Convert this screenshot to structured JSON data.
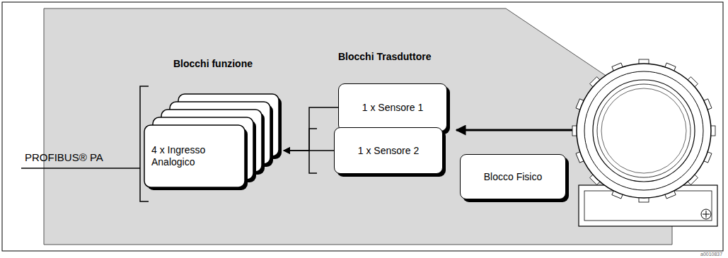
{
  "diagram": {
    "nodes": [
      {
        "text": [
          "4 x Ingresso Analogico"
        ]
      },
      {
        "text": [
          "1 x Sensore 1"
        ]
      },
      {
        "text": [
          "1 x Sensore 2"
        ]
      },
      {
        "text": [
          "Blocco Fisico"
        ]
      }
    ],
    "edges": [
      {
        "from": 1,
        "to": 0,
        "arrow": "to"
      },
      {
        "from": 2,
        "to": 0,
        "arrow": "to"
      }
    ],
    "labels": [
      "PROFIBUS® PA",
      "Blocchi funzione",
      "Blocchi Trasduttore",
      "a0010837"
    ]
  }
}
